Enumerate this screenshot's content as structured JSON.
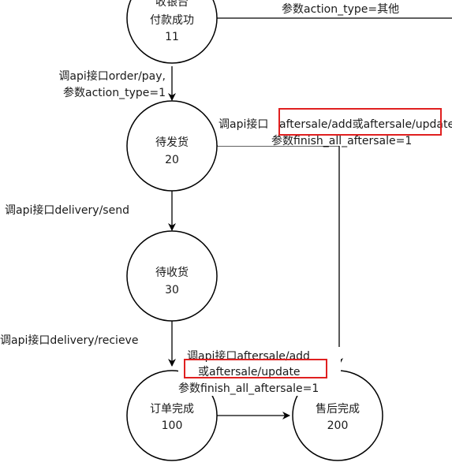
{
  "nodes": {
    "paid": {
      "line1": "收银台",
      "line2": "付款成功",
      "code": "11"
    },
    "to_ship": {
      "line1": "待发货",
      "code": "20"
    },
    "to_receive": {
      "line1": "待收货",
      "code": "30"
    },
    "order_done": {
      "line1": "订单完成",
      "code": "100"
    },
    "aftersale_done": {
      "line1": "售后完成",
      "code": "200"
    }
  },
  "labels": {
    "top_right_param": "参数action_type=其他",
    "pay_line1": "调api接口order/pay,",
    "pay_line2": "参数action_type=1",
    "as1_prefix": "调api接口",
    "as1_api": "aftersale/add或aftersale/update",
    "as1_param": "参数finish_all_aftersale=1",
    "send": "调api接口delivery/send",
    "recieve": "调api接口delivery/recieve",
    "as2_line1": "调api接口aftersale/add",
    "as2_line2": "或aftersale/update",
    "as2_param": "参数finish_all_aftersale=1"
  }
}
